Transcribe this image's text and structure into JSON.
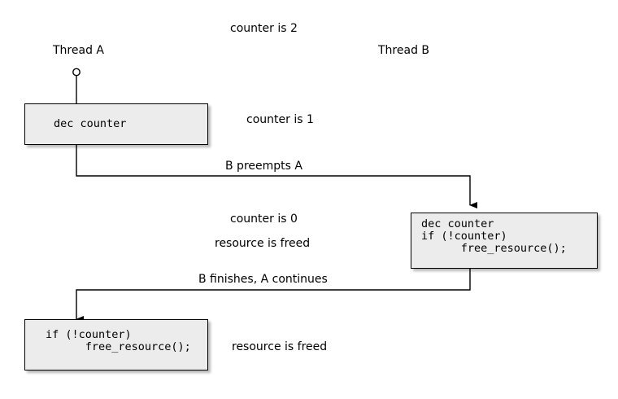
{
  "diagram": {
    "title_note": "counter is 2",
    "lanes": [
      {
        "name": "thread-a",
        "label": "Thread A"
      },
      {
        "name": "thread-b",
        "label": "Thread B"
      }
    ],
    "annotations": [
      {
        "name": "counter-is-2",
        "text": "counter is 2"
      },
      {
        "name": "counter-is-1",
        "text": "counter is 1"
      },
      {
        "name": "b-preempts-a",
        "text": "B preempts A"
      },
      {
        "name": "counter-is-0",
        "text": "counter is 0"
      },
      {
        "name": "resource-is-freed-b",
        "text": "resource is freed"
      },
      {
        "name": "b-finishes-a-continues",
        "text": "B finishes, A continues"
      },
      {
        "name": "resource-is-freed-a",
        "text": "resource is freed"
      }
    ],
    "nodes": [
      {
        "name": "node-dec-counter-a",
        "lines": [
          "dec counter"
        ]
      },
      {
        "name": "node-dec-counter-b",
        "lines": [
          "dec counter",
          "if (!counter)",
          "      free_resource();"
        ]
      },
      {
        "name": "node-if-free-a",
        "lines": [
          "if (!counter)",
          "      free_resource();"
        ]
      }
    ],
    "colors": {
      "node_fill": "#ECECEC",
      "stroke": "#000000",
      "background": "#FFFFFF"
    }
  }
}
